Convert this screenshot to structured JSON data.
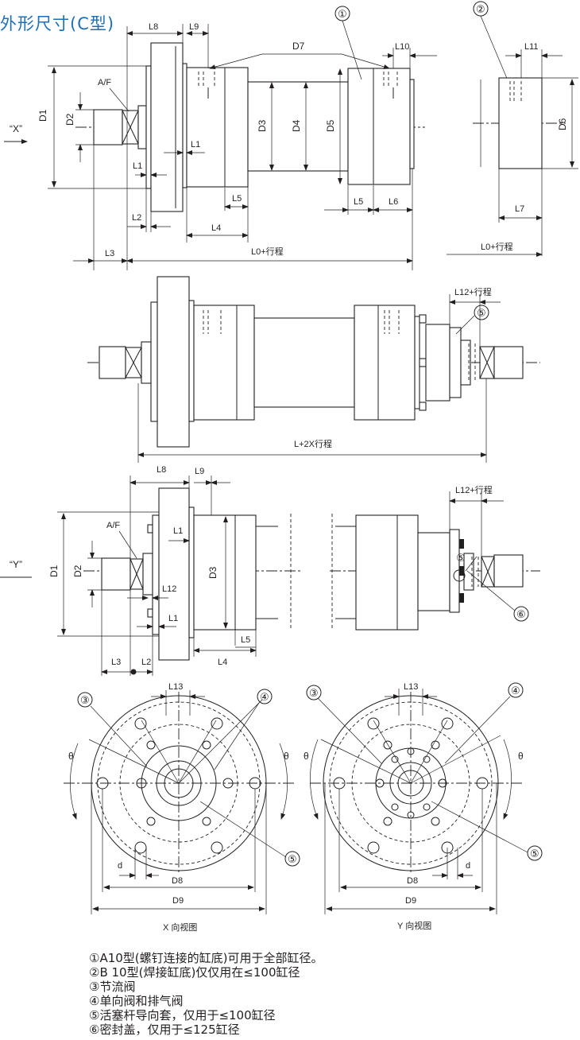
{
  "title": "外形尺寸(C型)",
  "labels": {
    "x_arrow": "“X”",
    "y_arrow": "“Y”",
    "D1": "D1",
    "D2": "D2",
    "D3": "D3",
    "D4": "D4",
    "D5": "D5",
    "D6": "D6",
    "D7": "D7",
    "D8": "D8",
    "D9": "D9",
    "L0_stroke": "L0+行程",
    "L1": "L1",
    "L2": "L2",
    "L3": "L3",
    "L4": "L4",
    "L5": "L5",
    "L6": "L6",
    "L7": "L7",
    "L8": "L8",
    "L9": "L9",
    "L10": "L10",
    "L11": "L11",
    "L12": "L12",
    "L12_stroke": "L12+行程",
    "L13": "L13",
    "L_2x_stroke": "L+2X行程",
    "AF": "A/F",
    "theta": "θ",
    "d": "d",
    "x_view": "X 向视图",
    "y_view": "Y 向视图",
    "c1": "①",
    "c2": "②",
    "c3": "③",
    "c4": "④",
    "c5": "⑤",
    "c6": "⑥"
  },
  "notes": [
    "①A10型(螺钉连接的缸底)可用于全部缸径。",
    "②B 10型(焊接缸底)仅仅用在≤100缸径",
    "③节流阀",
    "④单向阀和排气阀",
    "⑤活塞杆导向套，仅用于≤100缸径",
    "⑥密封盖，仅用于≤125缸径"
  ]
}
